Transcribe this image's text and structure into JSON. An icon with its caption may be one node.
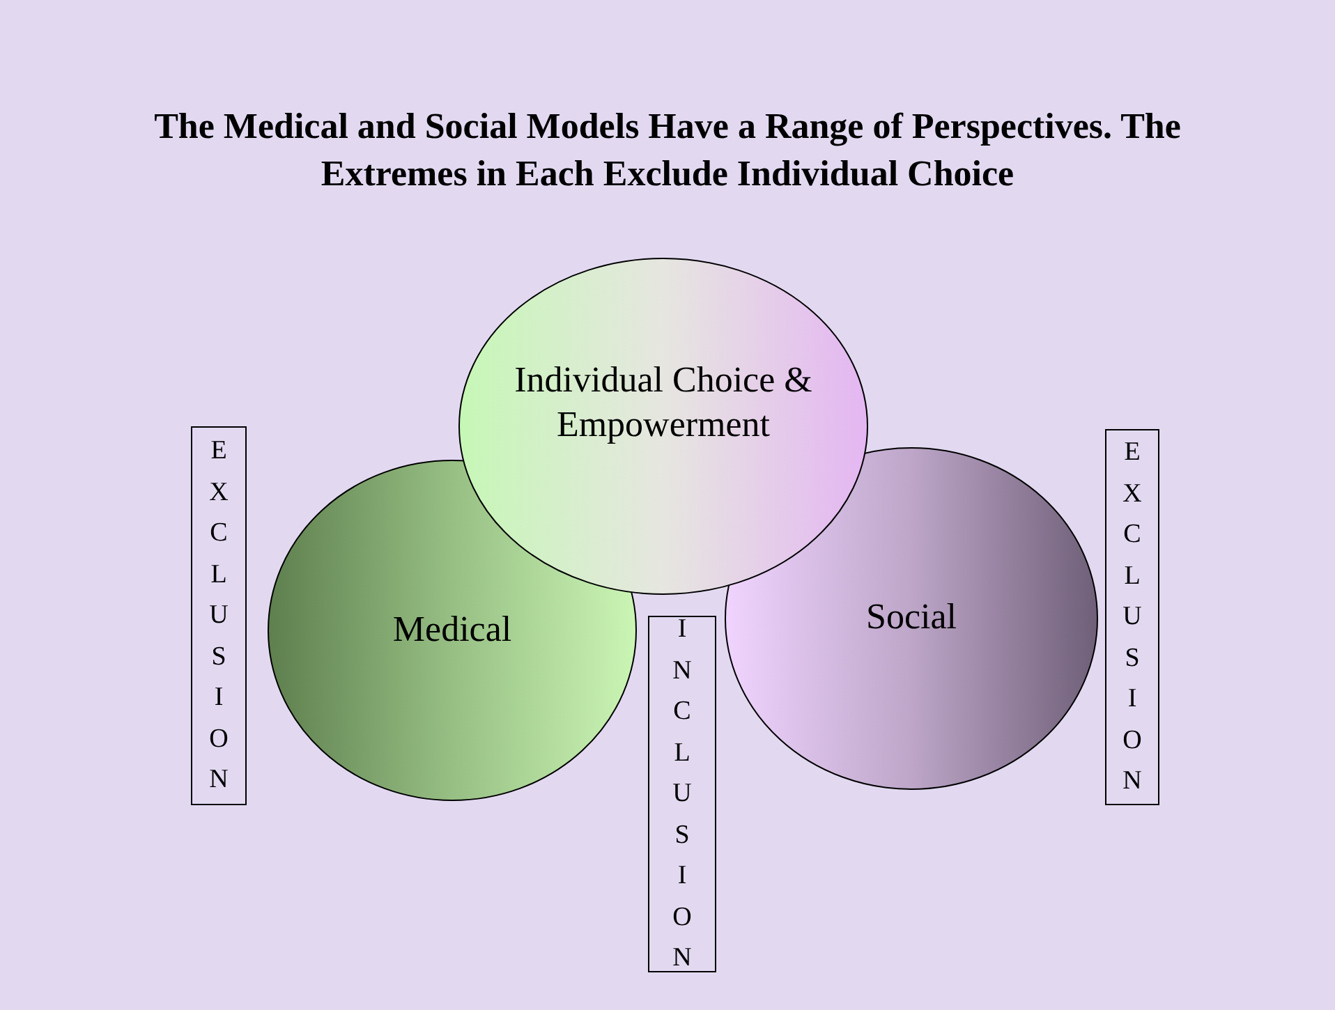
{
  "diagram": {
    "title": "The Medical and Social Models Have a Range of Perspectives. The Extremes in Each Exclude Individual Choice",
    "nodes": [
      {
        "text": [
          "Individual Choice & Empowerment"
        ]
      },
      {
        "text": [
          "EXCLUSION"
        ]
      },
      {
        "text": [
          "Medical"
        ]
      },
      {
        "text": [
          "INCLUSION"
        ]
      },
      {
        "text": [
          "Social"
        ]
      },
      {
        "text": [
          "EXCLUSION"
        ]
      }
    ]
  }
}
